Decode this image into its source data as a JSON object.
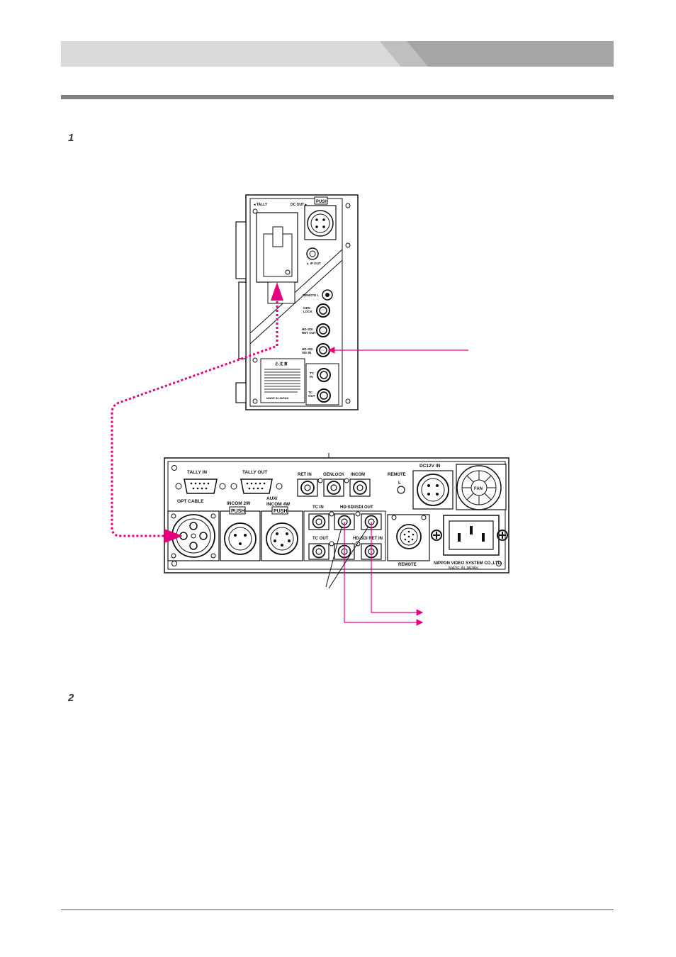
{
  "steps": [
    "1",
    "2"
  ],
  "camera_panel": {
    "tally": "◂ TALLY",
    "dc_out": "DC OUT ▸",
    "push": "PUSH",
    "ip_out": "▲ IP OUT",
    "remote": "REMOTE L",
    "genlock": [
      "GEN",
      "LOCK"
    ],
    "hdsdi_ret_out": [
      "HD-SDI",
      "RET OUT"
    ],
    "hdsdi_sdi_in": [
      "HD-SDI",
      "SDI IN"
    ],
    "tc_in": [
      "TC",
      "IN"
    ],
    "tc_out": [
      "TC",
      "OUT"
    ],
    "caution": "⚠ 注 意",
    "made_in": "MADE IN JAPAN"
  },
  "base_panel": {
    "tally_in": "TALLY IN",
    "tally_out": "TALLY OUT",
    "ret_in": "RET IN",
    "genlock": "GENLOCK",
    "incom": "INCOM",
    "remote_top": "REMOTE",
    "remote_l": "L",
    "dc12v_in": "DC12V IN",
    "fan": "FAN",
    "opt_cable": "OPT CABLE",
    "incom_2w": "INCOM 2W",
    "aux_incom": [
      "AUX/",
      "INCOM 4W"
    ],
    "push": "PUSH",
    "tc_in": "TC IN",
    "tc_out": "TC OUT",
    "hdsdi_sdi_out": "HD-SDI/SDI OUT",
    "hdsdi_ret_in": "HD-SDI RET IN",
    "remote_bottom": "REMOTE",
    "maker": "NIPPON VIDEO SYSTEM CO.,LTD",
    "made_in": "MADE IN JAPAN"
  },
  "colors": {
    "accent": "#e6007e",
    "header_light": "#d9d9d9",
    "header_dark": "#a6a6a6"
  }
}
